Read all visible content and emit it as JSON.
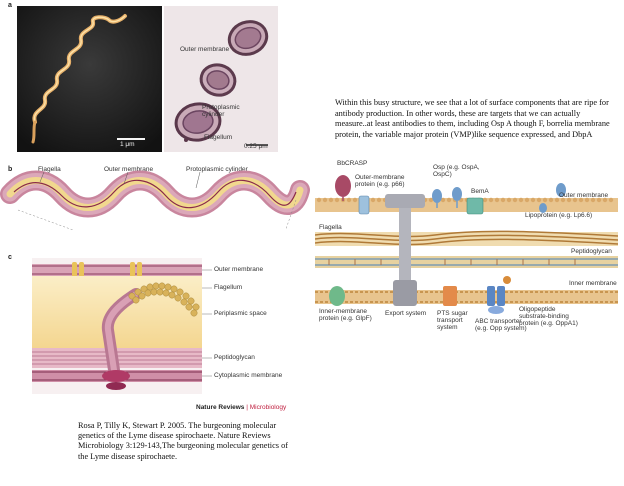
{
  "figure_left": {
    "panel_a": {
      "letter": "a",
      "scale_bar_left": "1 μm",
      "label_outer_membrane": "Outer membrane",
      "label_protoplasmic_cylinder": "Protoplasmic cylinder",
      "label_flagellum": "Flagellum",
      "scale_bar_right": "0.25 μm"
    },
    "panel_b": {
      "letter": "b",
      "label_flagella": "Flagella",
      "label_outer_membrane": "Outer membrane",
      "label_protoplasmic_cylinder": "Protoplasmic cylinder"
    },
    "panel_c": {
      "letter": "c",
      "labels": [
        "Outer membrane",
        "Flagellum",
        "Periplasmic space",
        "Peptidoglycan",
        "Cytoplasmic membrane"
      ]
    },
    "credit_journal": "Nature Reviews",
    "credit_separator": "|",
    "credit_section": "Microbiology"
  },
  "paragraph": "Within this busy structure, we see that a lot of surface components that are ripe for antibody production. In other words, these are targets that we can actually measure..at least antibodies to them, including Osp A though F, borrelia membrane protein, the variable major protein (VMP)like sequence expressed, and DbpA",
  "figure_right": {
    "labels": {
      "bbcrasp": "BbCRASP",
      "omp_line1": "Outer-membrane",
      "omp_line2": "protein (e.g. p66)",
      "osp_line1": "Osp (e.g. OspA,",
      "osp_line2": "OspC)",
      "bema": "BemA",
      "outer_membrane": "Outer membrane",
      "lipoprotein": "Lipoprotein (e.g. Lp6.6)",
      "flagella": "Flagella",
      "peptidoglycan": "Peptidoglycan",
      "inner_membrane": "Inner membrane",
      "imp_line1": "Inner-membrane",
      "imp_line2": "protein (e.g. GlpF)",
      "export_system": "Export system",
      "pts_line1": "PTS sugar",
      "pts_line2": "transport",
      "pts_line3": "system",
      "abc_line1": "ABC transporter",
      "abc_line2": "(e.g. Opp system)",
      "olig_line1": "Oligopeptide",
      "olig_line2": "substrate-binding",
      "olig_line3": "protein (e.g. OppA1)"
    }
  },
  "citation": "Rosa P, Tilly K, Stewart P. 2005. The burgeoning molecular genetics of the Lyme disease spirochaete. Nature Reviews Microbiology 3:129-143,The burgeoning molecular genetics of the Lyme disease spirochaete.",
  "colors": {
    "membrane_pink": "#c9869e",
    "cylinder_yellow": "#f1d88e",
    "accent_red": "#c02040",
    "bead_gold": "#d8b25a"
  }
}
